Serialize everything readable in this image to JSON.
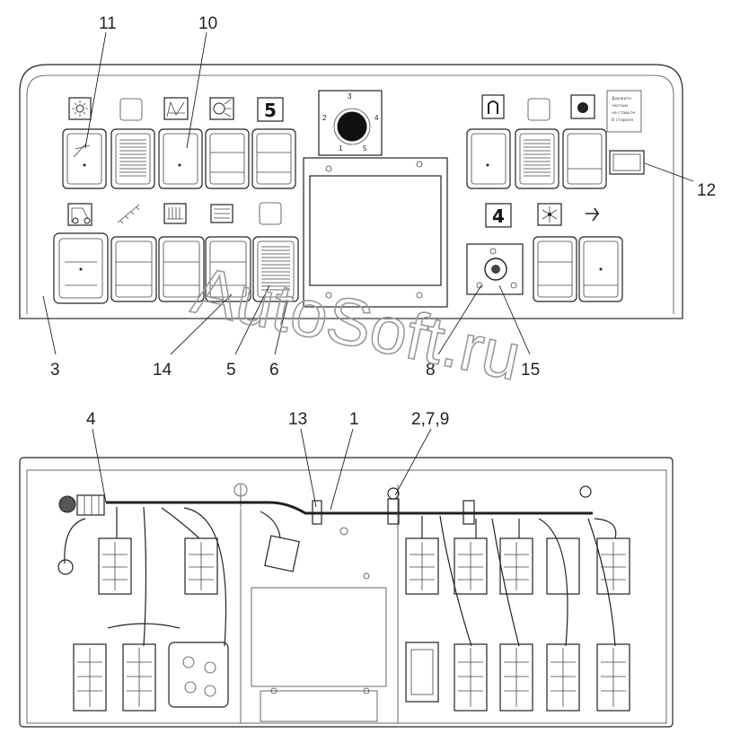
{
  "callouts": {
    "c1": "1",
    "c2": "2,7,9",
    "c3": "3",
    "c4": "4",
    "c5": "5",
    "c6": "6",
    "c8": "8",
    "c10": "10",
    "c11": "11",
    "c12": "12",
    "c13": "13",
    "c14": "14",
    "c15": "15"
  },
  "panel_digits": {
    "top": "5",
    "bottom": "4"
  },
  "dial_positions": [
    "1",
    "2",
    "3",
    "4",
    "5"
  ],
  "warning_note": [
    "Держите",
    "чистым",
    "не ставьте",
    "В стороне"
  ],
  "watermark": "AutoSoft.ru"
}
